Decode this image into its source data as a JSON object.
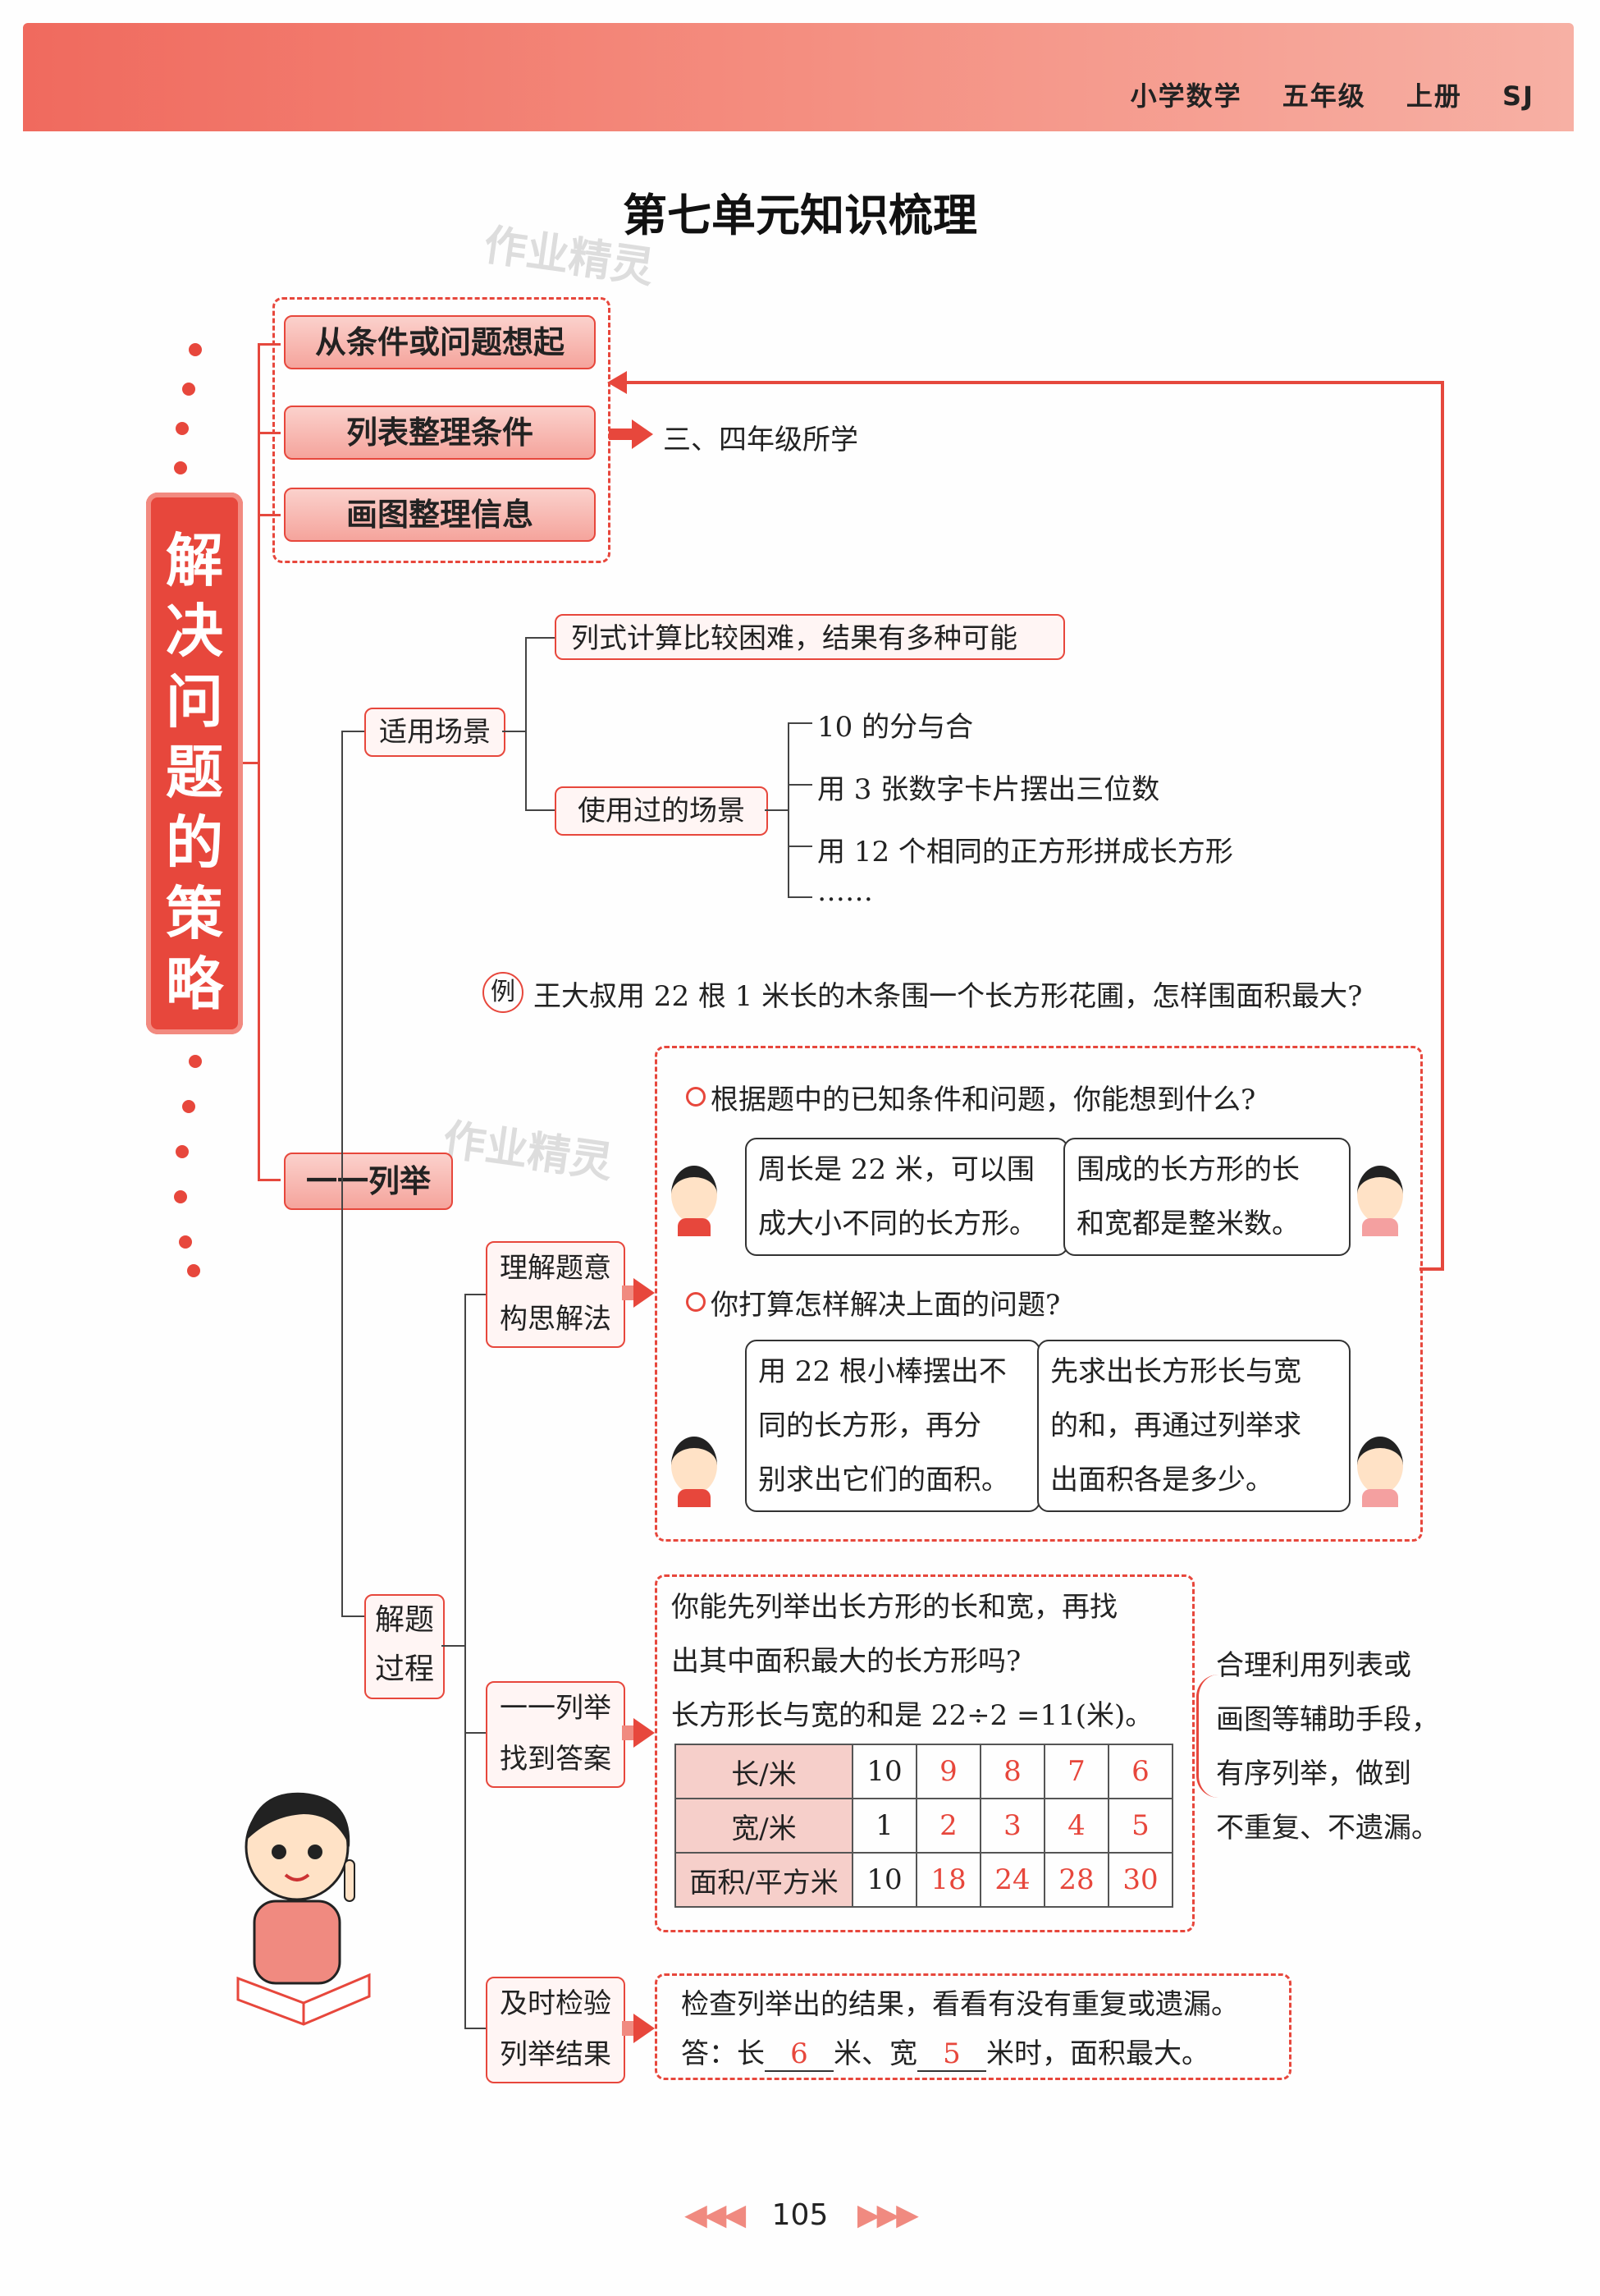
{
  "header": {
    "subject": "小学数学",
    "grade": "五年级",
    "term": "上册",
    "edition": "SJ"
  },
  "title": "第七单元知识梳理",
  "watermark": "作业精灵",
  "vertical_title": [
    "解",
    "决",
    "问",
    "题",
    "的",
    "策",
    "略"
  ],
  "top_group": {
    "items": [
      "从条件或问题想起",
      "列表整理条件",
      "画图整理信息"
    ],
    "note": "三、四年级所学"
  },
  "scenarios": {
    "label": "适用场景",
    "item1": "列式计算比较困难，结果有多种可能",
    "used_label": "使用过的场景",
    "used_items": [
      "10 的分与合",
      "用 3 张数字卡片摆出三位数",
      "用 12 个相同的正方形拼成长方形",
      "……"
    ]
  },
  "enumerate_label": "一一列举",
  "example": {
    "badge": "例",
    "text": "王大叔用 22 根 1 米长的木条围一个长方形花圃，怎样围面积最大?"
  },
  "process_label": "解题过程",
  "understand": {
    "label_line1": "理解题意",
    "label_line2": "构思解法",
    "q1": "根据题中的已知条件和问题，你能想到什么?",
    "bubble1": [
      "周长是 22 米，可以围",
      "成大小不同的长方形。"
    ],
    "bubble2": [
      "围成的长方形的长",
      "和宽都是整米数。"
    ],
    "q2": "你打算怎样解决上面的问题?",
    "bubble3": [
      "用 22 根小棒摆出不",
      "同的长方形，再分",
      "别求出它们的面积。"
    ],
    "bubble4": [
      "先求出长方形长与宽",
      "的和，再通过列举求",
      "出面积各是多少。"
    ]
  },
  "find": {
    "label_line1": "一一列举",
    "label_line2": "找到答案",
    "text1": "你能先列举出长方形的长和宽，再找",
    "text2": "出其中面积最大的长方形吗?",
    "text3": "长方形长与宽的和是 22÷2 =11(米)。",
    "table": {
      "headers": [
        "长/米",
        "宽/米",
        "面积/平方米"
      ],
      "length": [
        "10",
        "9",
        "8",
        "7",
        "6"
      ],
      "width": [
        "1",
        "2",
        "3",
        "4",
        "5"
      ],
      "area": [
        "10",
        "18",
        "24",
        "28",
        "30"
      ]
    },
    "tip": [
      "合理利用列表或",
      "画图等辅助手段，",
      "有序列举，做到",
      "不重复、不遗漏。"
    ]
  },
  "check": {
    "label_line1": "及时检验",
    "label_line2": "列举结果",
    "text1": "检查列举出的结果，看看有没有重复或遗漏。",
    "answer_prefix": "答：长",
    "answer_length": "6",
    "answer_mid": "米、宽",
    "answer_width": "5",
    "answer_suffix": "米时，面积最大。"
  },
  "page_number": "105",
  "colors": {
    "accent": "#e7473c",
    "header": "#f06a5e",
    "pale": "#f6cfca"
  }
}
